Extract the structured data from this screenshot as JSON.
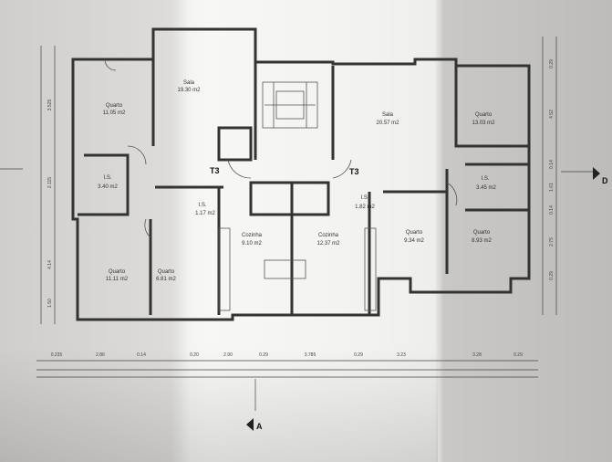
{
  "plan": {
    "rooms": [
      {
        "name": "Quarto",
        "area": "11.05 m2"
      },
      {
        "name": "Sala",
        "area": "19.30 m2"
      },
      {
        "name": "I.S.",
        "area": "3.40 m2"
      },
      {
        "name": "I.S.",
        "area": "1.17 m2"
      },
      {
        "name": "Quarto",
        "area": "11.11 m2"
      },
      {
        "name": "Quarto",
        "area": "6.81 m2"
      },
      {
        "name": "Cozinha",
        "area": "9.10 m2"
      },
      {
        "name": "Cozinha",
        "area": "12.37 m2"
      },
      {
        "name": "Sala",
        "area": "20.57 m2"
      },
      {
        "name": "Quarto",
        "area": "13.03 m2"
      },
      {
        "name": "I.S.",
        "area": "3.45 m2"
      },
      {
        "name": "I.S.",
        "area": "1.82 m2"
      },
      {
        "name": "Quarto",
        "area": "9.34 m2"
      },
      {
        "name": "Quarto",
        "area": "8.93 m2"
      }
    ],
    "unit_tags": [
      "T3",
      "T3"
    ],
    "section_marks": [
      "A",
      "D"
    ],
    "bottom_dims": [
      "0.235",
      "2.86",
      "0.14",
      "0.20",
      "2.90",
      "0.29",
      "3.785",
      "0.29",
      "3.23",
      "3.28",
      "0.29"
    ],
    "right_dims": [
      "0.29",
      "4.52",
      "0.14",
      "1.61",
      "0.14",
      "2.75",
      "0.29"
    ],
    "left_dims": [
      "3.525",
      "2.115",
      "4.14",
      "1.50"
    ]
  }
}
